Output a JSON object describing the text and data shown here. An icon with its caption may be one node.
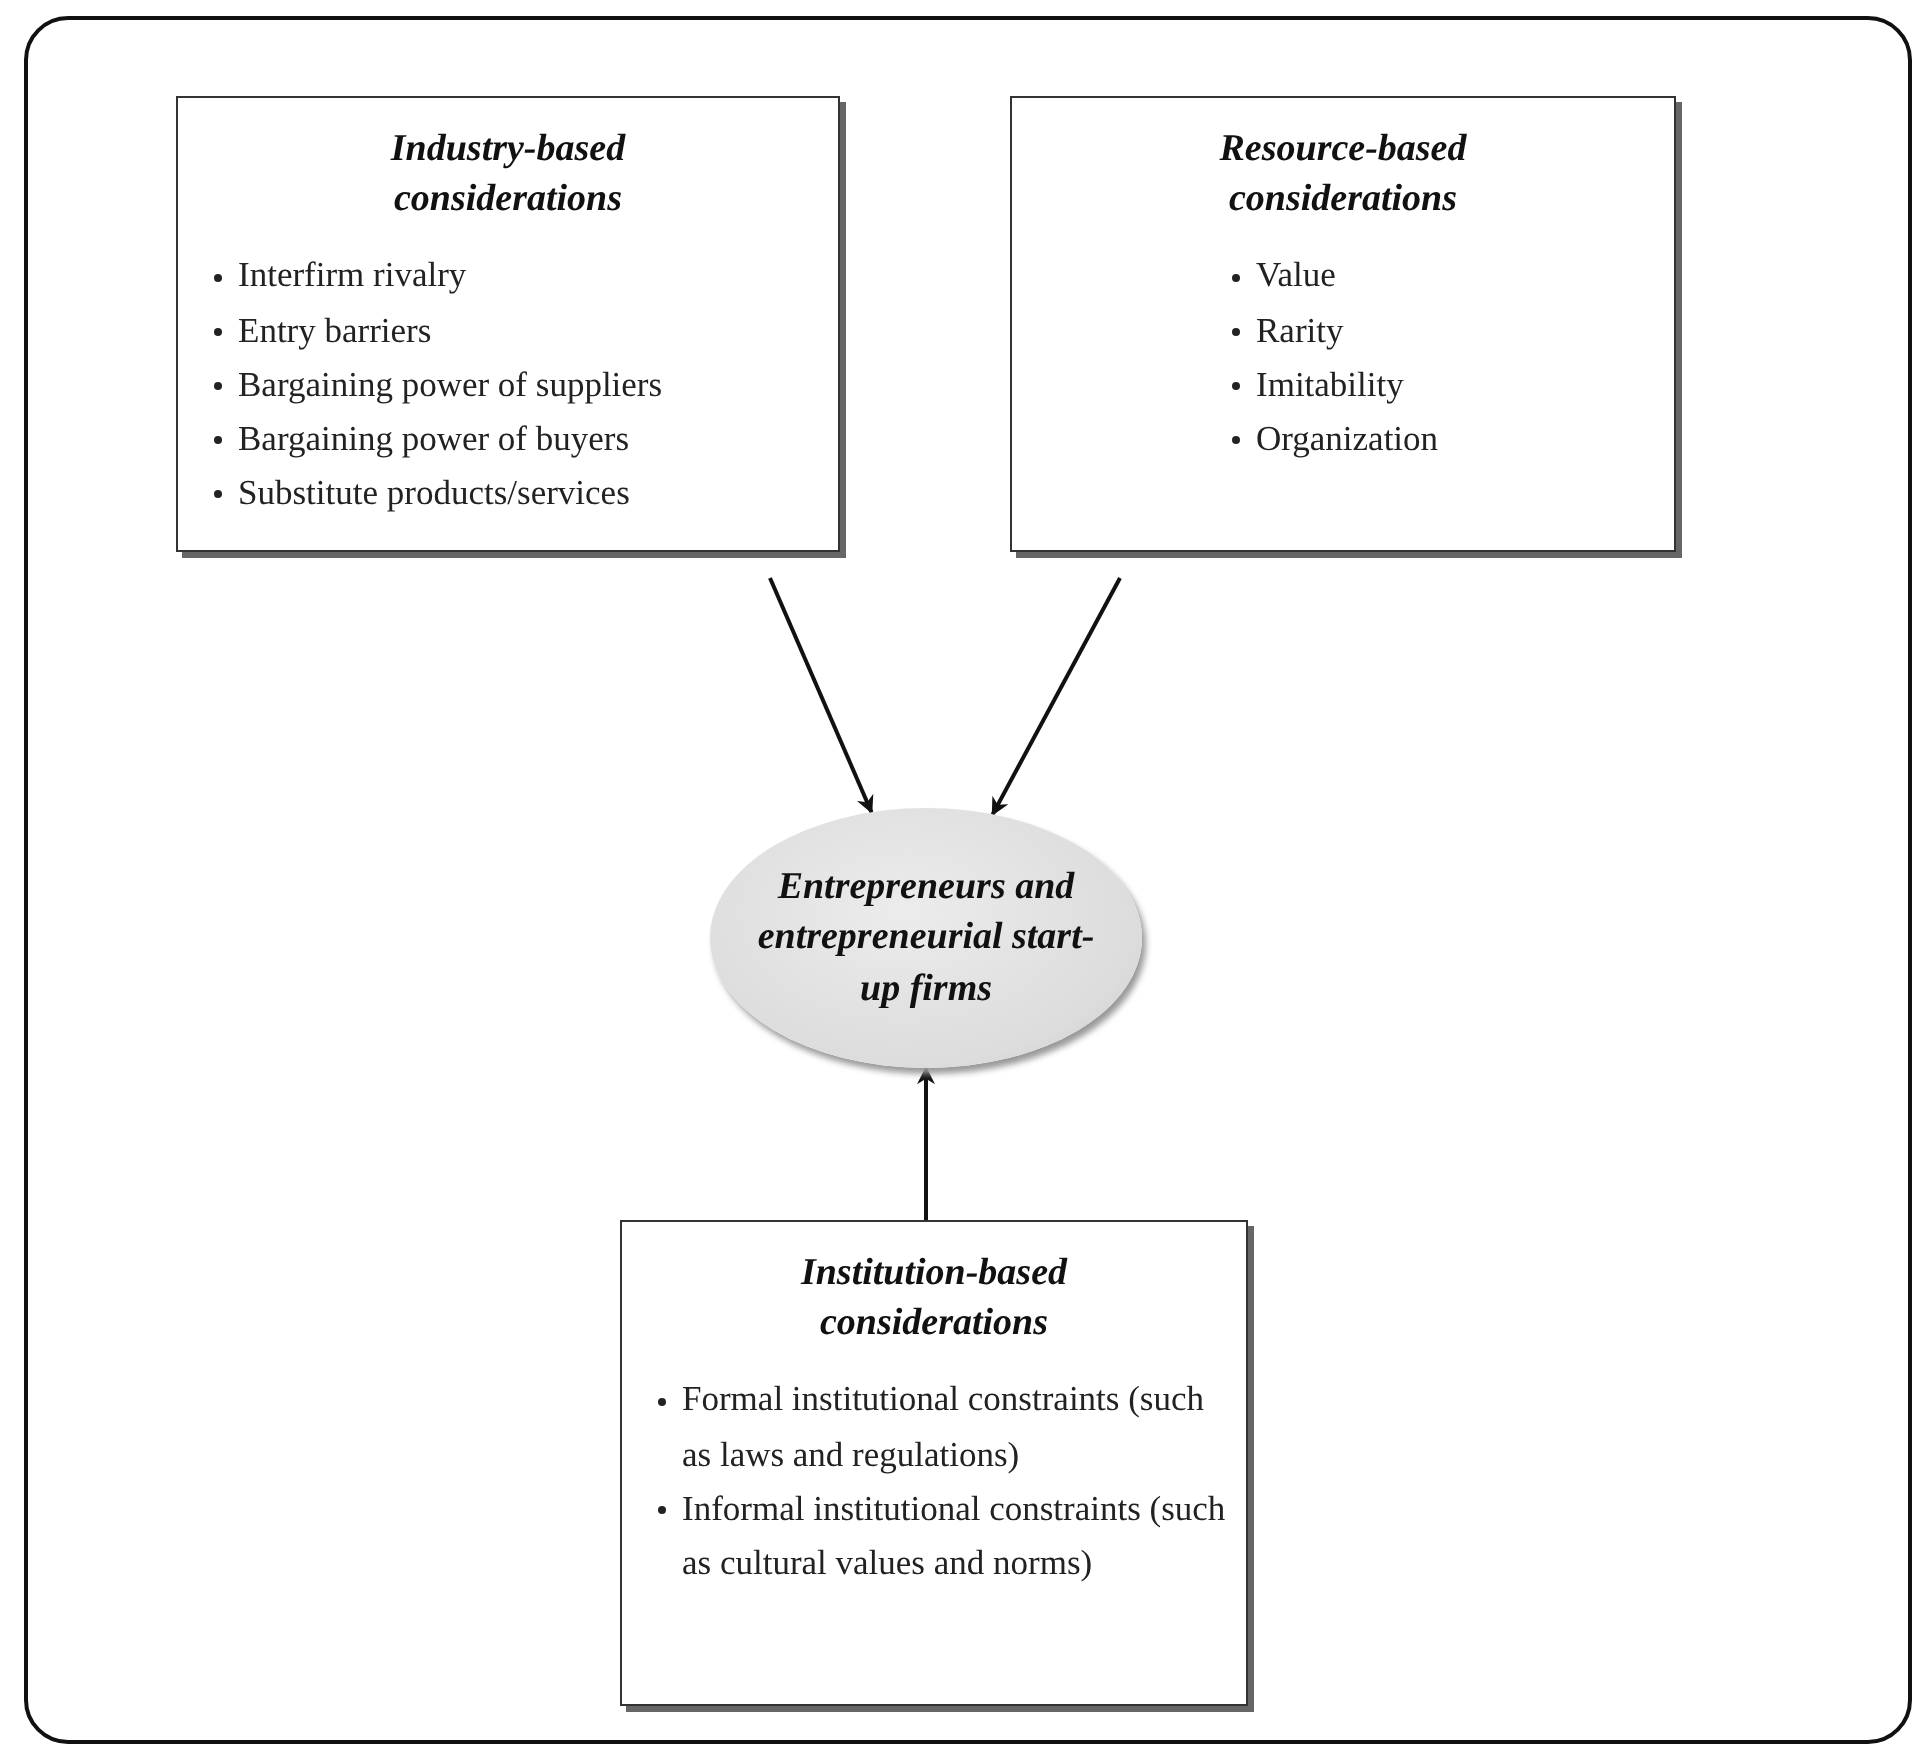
{
  "diagram": {
    "nodes": [
      {
        "text": [
          "Industry-based considerations",
          "Interfirm rivalry",
          "Entry barriers",
          "Bargaining power of suppliers",
          "Bargaining power of buyers",
          "Substitute products/services"
        ]
      },
      {
        "text": [
          "Resource-based considerations",
          "Value",
          "Rarity",
          "Imitability",
          "Organization"
        ]
      },
      {
        "text": [
          "Entrepreneurs and entrepreneurial start-up firms"
        ]
      },
      {
        "text": [
          "Institution-based considerations",
          "Formal institutional constraints (such as laws and regulations)",
          "Informal institutional constraints (such as cultural values and norms)"
        ]
      }
    ],
    "edges": [
      {
        "from": 0,
        "to": 2,
        "arrow": "to"
      },
      {
        "from": 1,
        "to": 2,
        "arrow": "to"
      },
      {
        "from": 3,
        "to": 2,
        "arrow": "to"
      }
    ]
  }
}
